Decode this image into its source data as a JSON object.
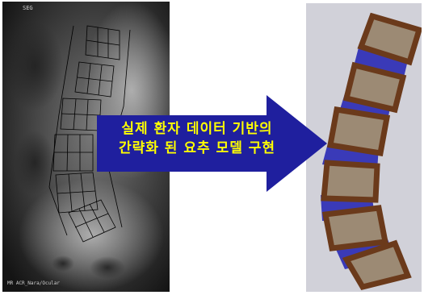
{
  "caption": {
    "line1": "실제 환자 데이터 기반의",
    "line2": "간략화 된 요추 모델 구현"
  },
  "xray": {
    "top_label": "SEG",
    "bottom_label": "MR ACR_Nara/Ocular"
  },
  "colors": {
    "arrow": "#1f1f9e",
    "caption_text": "#ffff00",
    "model_background": "#d1d1d9",
    "vertebra_frame": "#6b3a1b",
    "vertebra_fill": "#9c8a74",
    "disc": "#3a3ab8"
  }
}
